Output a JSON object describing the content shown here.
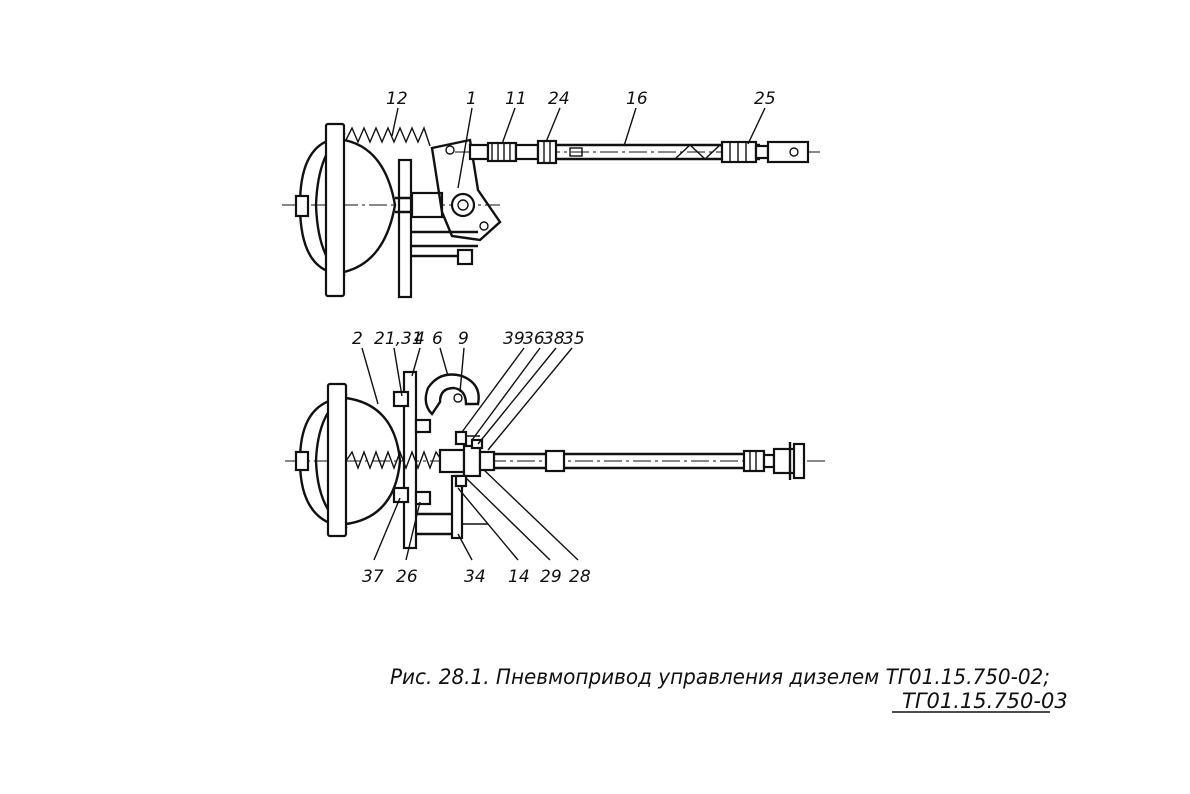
{
  "figure": {
    "caption_line1": "Рис. 28.1. Пневмопривод управления дизелем ТГ01.15.750-02;",
    "caption_line2": "ТГ01.15.750-03"
  },
  "top_view": {
    "callouts": [
      "12",
      "1",
      "11",
      "24",
      "16",
      "25"
    ]
  },
  "bottom_view": {
    "callouts_top": [
      "2",
      "21,31",
      "4",
      "6",
      "9",
      "39",
      "36",
      "38",
      "35"
    ],
    "callouts_bottom": [
      "37",
      "26",
      "34",
      "14",
      "29",
      "28"
    ]
  }
}
